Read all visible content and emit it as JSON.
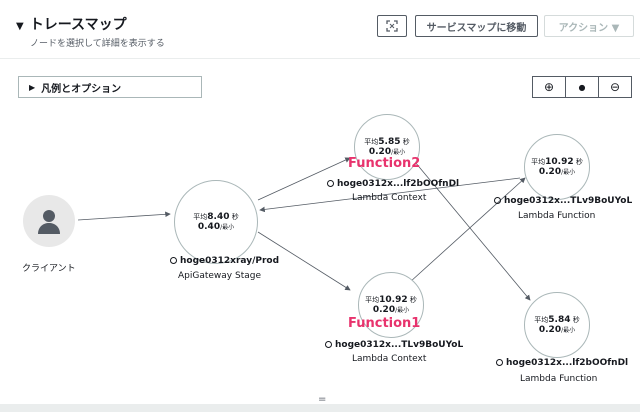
{
  "header": {
    "title": "トレースマップ",
    "subtitle": "ノードを選択して詳細を表示する",
    "goto_label": "サービスマップに移動",
    "action_label": "アクション ▼",
    "expand_icon": "expand-icon"
  },
  "toolbar": {
    "legend_label": "凡例とオプション",
    "zoom_in": "⊕",
    "zoom_reset": "●",
    "zoom_out": "⊖"
  },
  "nodes": {
    "client": {
      "label": "クライアント"
    },
    "apigw": {
      "avg_prefix": "平均",
      "avg_value": "8.40",
      "avg_unit": " 秒",
      "rate": "0.40",
      "rate_unit": "/最小",
      "name": "hoge0312xray/Prod",
      "type": "ApiGateway Stage"
    },
    "f2ctx": {
      "avg_prefix": "平均",
      "avg_value": "5.85",
      "avg_unit": " 秒",
      "rate": "0.20",
      "rate_unit": "/最小",
      "name": "hoge0312x...lf2bOOfnDl",
      "type": "Lambda Context"
    },
    "f1ctx": {
      "avg_prefix": "平均",
      "avg_value": "10.92",
      "avg_unit": " 秒",
      "rate": "0.20",
      "rate_unit": "/最小",
      "name": "hoge0312x...TLv9BoUYoL",
      "type": "Lambda Context"
    },
    "f1fn": {
      "avg_prefix": "平均",
      "avg_value": "10.92",
      "avg_unit": " 秒",
      "rate": "0.20",
      "rate_unit": "/最小",
      "name": "hoge0312x...TLv9BoUYoL",
      "type": "Lambda Function"
    },
    "f2fn": {
      "avg_prefix": "平均",
      "avg_value": "5.84",
      "avg_unit": " 秒",
      "rate": "0.20",
      "rate_unit": "/最小",
      "name": "hoge0312x...lf2bOOfnDl",
      "type": "Lambda Function"
    }
  },
  "annotations": {
    "function2": "Function2",
    "function1": "Function1"
  },
  "footer": {
    "handle": "="
  },
  "colors": {
    "accent": "#e8336d",
    "edge": "#545b64",
    "border": "#aab7b8"
  }
}
